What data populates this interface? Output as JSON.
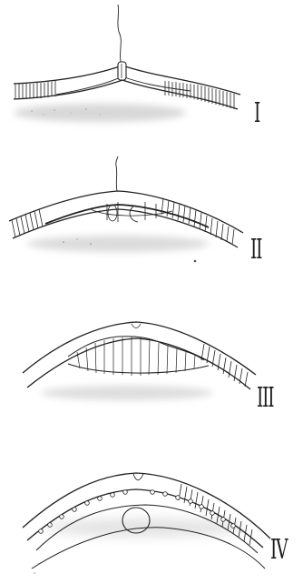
{
  "figure": {
    "labels": {
      "one": "I",
      "two": "II",
      "three": "III",
      "four": "IV"
    }
  }
}
